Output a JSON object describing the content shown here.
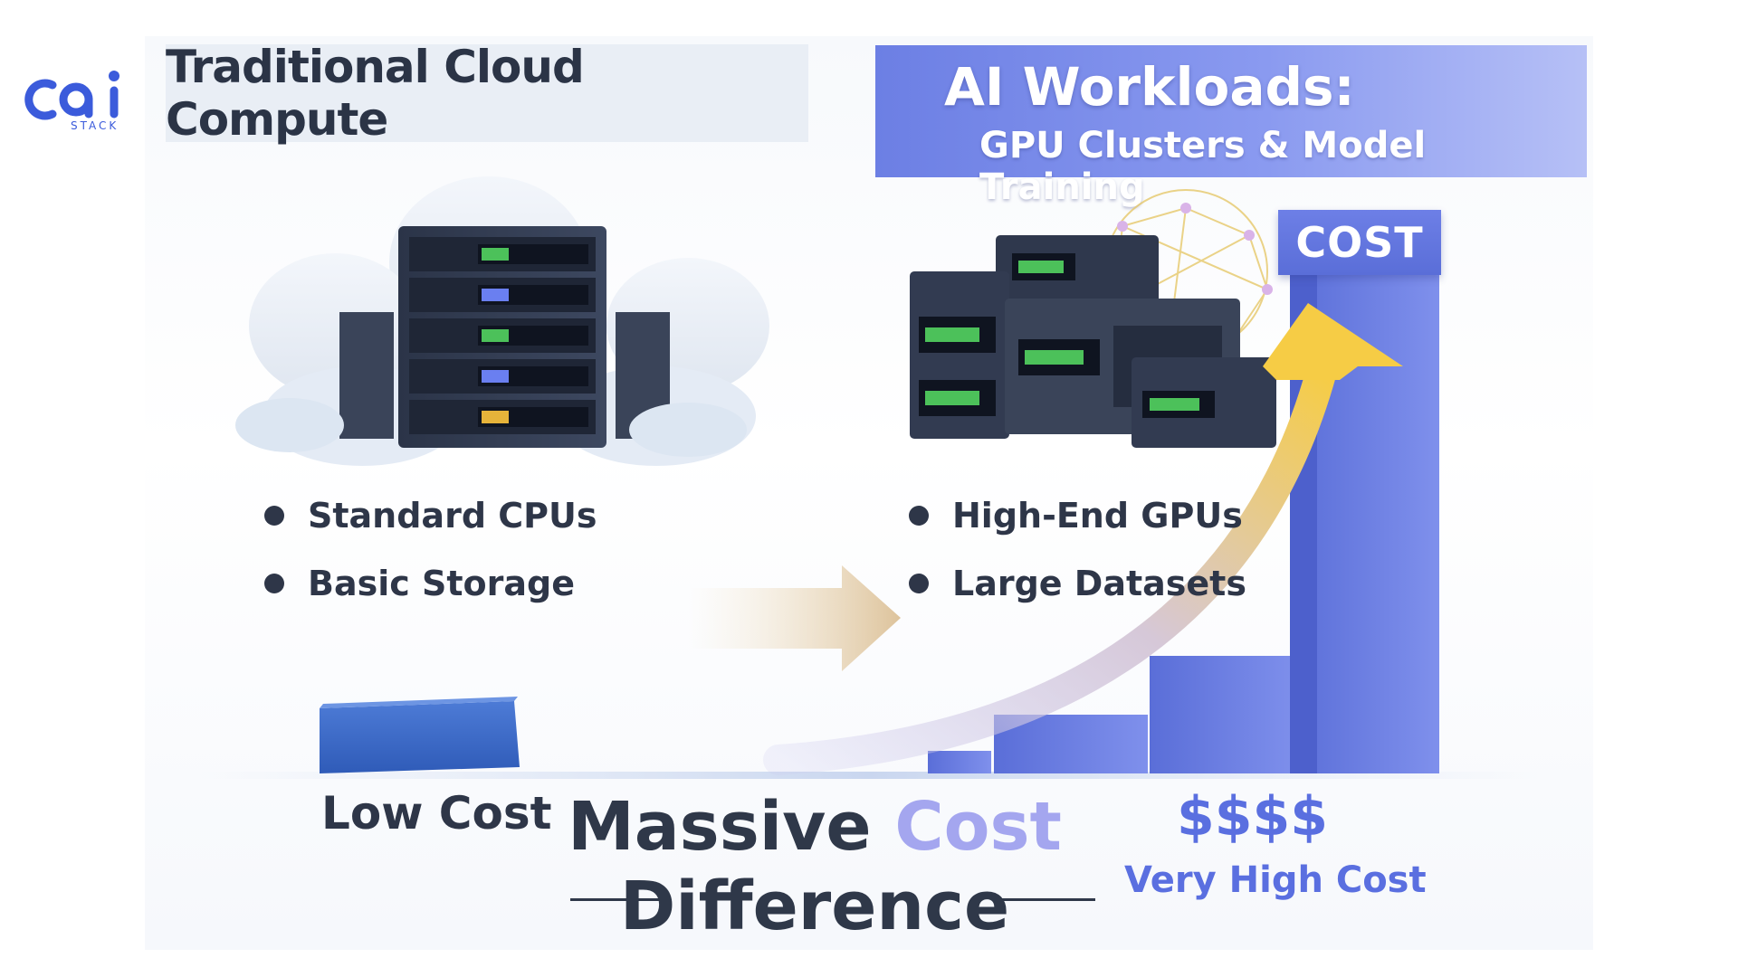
{
  "logo": {
    "mark": "cai",
    "subtitle": "STACK"
  },
  "left_panel": {
    "title": "Traditional Cloud Compute",
    "bullets": [
      "Standard CPUs",
      "Basic Storage"
    ],
    "cost_label": "Low Cost",
    "icon": "cloud-server-rack-icon"
  },
  "right_panel": {
    "title": "AI Workloads:",
    "subtitle": "GPU Clusters & Model Training",
    "bullets": [
      "High-End GPUs",
      "Large Datasets"
    ],
    "cost_tag": "COST",
    "cost_symbol": "$$$$",
    "cost_label": "Very High Cost",
    "icon": "gpu-cluster-icon"
  },
  "center": {
    "headline_part1": "Massive",
    "headline_part2": "Cost",
    "headline_part3": "Difference"
  },
  "colors": {
    "accent_blue": "#5a6fe0",
    "header_blue": "#6c7fe4",
    "dark_text": "#2e3648",
    "arrow_gold": "#f2c64a",
    "lavender": "#a4a6ef"
  }
}
